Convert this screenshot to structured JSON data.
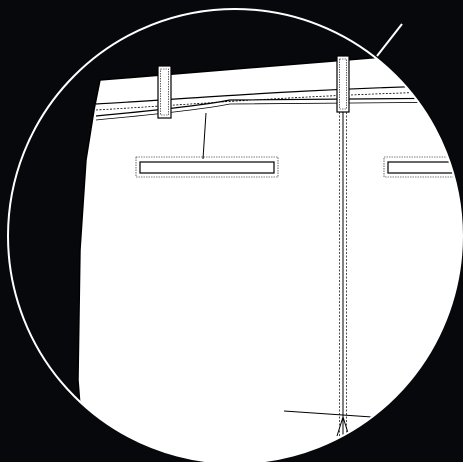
{
  "diagram": {
    "subject": "garment-waistband-detail",
    "colors": {
      "background": "#07080c",
      "garment_fill": "#ffffff",
      "line": "#000000",
      "callout": "#ffffff"
    },
    "parts": [
      "detail-circle",
      "garment-panel",
      "waistband",
      "belt-loop-left",
      "belt-loop-center",
      "welt-pocket-left",
      "welt-pocket-right",
      "center-seam",
      "callout-lines"
    ],
    "labels": []
  }
}
